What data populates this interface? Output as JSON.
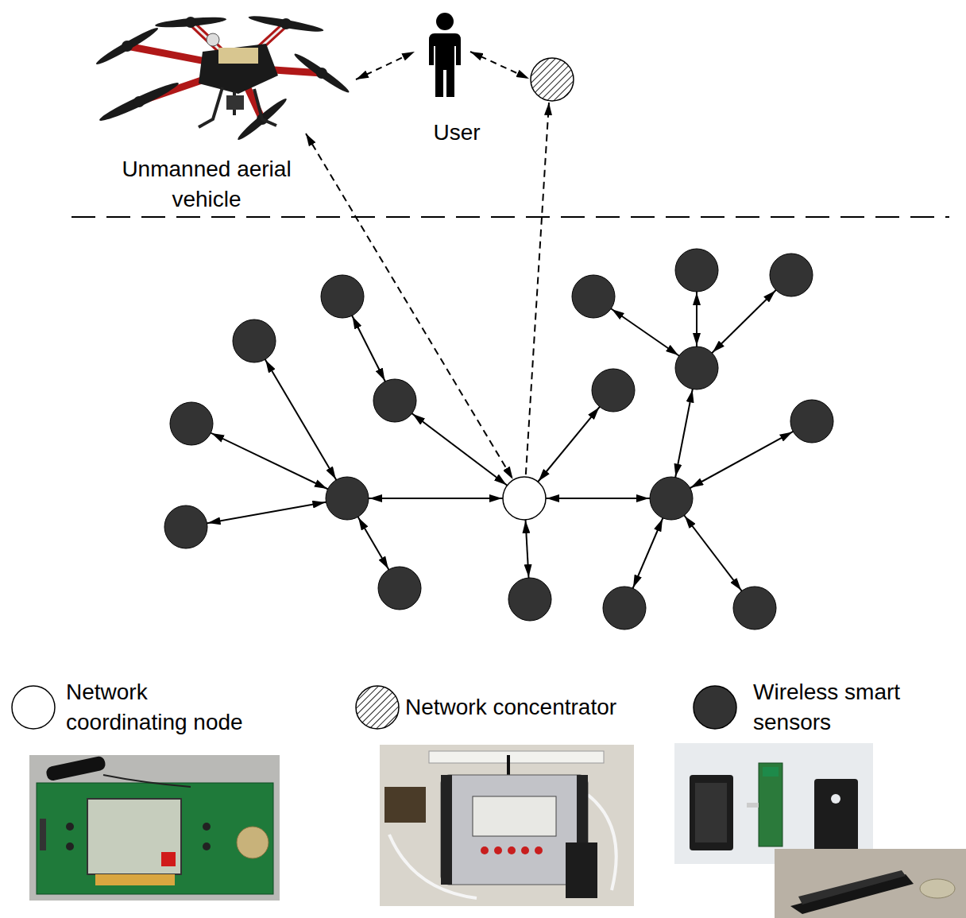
{
  "diagram": {
    "nodes": [
      {
        "text": [
          "Unmanned aerial vehicle"
        ]
      },
      {
        "text": [
          "User"
        ]
      }
    ],
    "edges": [
      {
        "from": 0,
        "to": 1,
        "arrow": "both"
      }
    ],
    "legend": [
      {
        "text": "Network coordinating node"
      },
      {
        "text": "Network concentrator"
      },
      {
        "text": "Wireless smart sensors"
      }
    ]
  }
}
